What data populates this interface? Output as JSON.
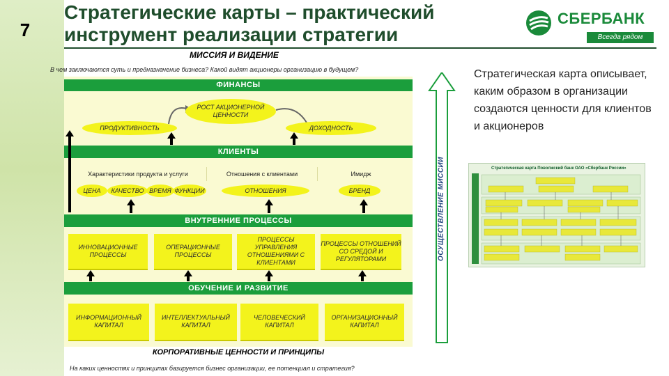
{
  "slide": {
    "number": "7"
  },
  "header": {
    "title_line1": "Стратегические карты – практический",
    "title_line2": "инструмент реализации стратегии"
  },
  "brand": {
    "name": "СБЕРБАНК",
    "tagline": "Всегда рядом",
    "color": "#1a8a3a"
  },
  "diagram": {
    "mission_label": "МИССИЯ И ВИДЕНИЕ",
    "question_top": "В чем заключаются суть и предназначение бизнеса? Какой видят акционеры организацию в будущем?",
    "finance": {
      "header": "ФИНАНСЫ",
      "growth": "РОСТ АКЦИОНЕРНОЙ ЦЕННОСТИ",
      "productivity": "ПРОДУКТИВНОСТЬ",
      "revenue": "ДОХОДНОСТЬ"
    },
    "customers": {
      "header": "КЛИЕНТЫ",
      "col_product": "Характеристики продукта и услуги",
      "col_relations": "Отношения с клиентами",
      "col_image": "Имидж",
      "price": "ЦЕНА",
      "quality": "КАЧЕСТВО",
      "time": "ВРЕМЯ",
      "function": "ФУНКЦИИ",
      "relations": "ОТНОШЕНИЯ",
      "brand": "БРЕНД"
    },
    "internal": {
      "header": "ВНУТРЕННИЕ ПРОЦЕССЫ",
      "innovation": "ИННОВАЦИОННЫЕ ПРОЦЕССЫ",
      "operational": "ОПЕРАЦИОННЫЕ ПРОЦЕССЫ",
      "customer_mgmt": "ПРОЦЕССЫ УПРАВЛЕНИЯ ОТНОШЕНИЯМИ С КЛИЕНТАМИ",
      "regulatory": "ПРОЦЕССЫ ОТНОШЕНИЙ СО СРЕДОЙ И РЕГУЛЯТОРАМИ"
    },
    "learning": {
      "header": "ОБУЧЕНИЕ И РАЗВИТИЕ",
      "info_capital": "ИНФОРМАЦИОННЫЙ КАПИТАЛ",
      "intellectual_capital": "ИНТЕЛЛЕКТУАЛЬНЫЙ КАПИТАЛ",
      "human_capital": "ЧЕЛОВЕЧЕСКИЙ КАПИТАЛ",
      "org_capital": "ОРГАНИЗАЦИОННЫЙ КАПИТАЛ"
    },
    "values_label": "КОРПОРАТИВНЫЕ ЦЕННОСТИ И ПРИНЦИПЫ",
    "question_bottom": "На каких ценностях и принципах базируется бизнес организации, ее потенциал и стратегия?",
    "side_label": "ОСУЩЕСТВЛЕНИЕ МИССИИ"
  },
  "description": "Стратегическая карта описывает, каким образом в организации создаются ценности для клиентов и акционеров",
  "thumbnail": {
    "title": "Стратегическая карта Поволжский банк ОАО «Сбербанк России»"
  }
}
